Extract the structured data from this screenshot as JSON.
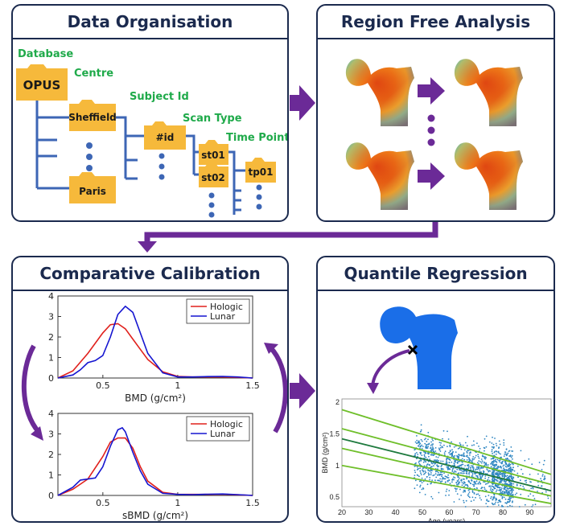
{
  "panels": {
    "data_org": {
      "title": "Data Organisation",
      "labels": {
        "database": "Database",
        "centre": "Centre",
        "subject": "Subject Id",
        "scan": "Scan Type",
        "time": "Time Point"
      },
      "folders": {
        "opus": "OPUS",
        "sheffield": "Sheffield",
        "paris": "Paris",
        "id": "#id",
        "st01": "st01",
        "st02": "st02",
        "tp01": "tp01"
      }
    },
    "region": {
      "title": "Region Free Analysis"
    },
    "calib": {
      "title": "Comparative Calibration"
    },
    "quant": {
      "title": "Quantile Regression"
    }
  },
  "chart_data": [
    {
      "type": "line",
      "xlabel": "BMD (g/cm²)",
      "xlim": [
        0.2,
        1.5
      ],
      "ylim": [
        0,
        4
      ],
      "xticks": [
        "0.5",
        "1",
        "1.5"
      ],
      "yticks": [
        "0",
        "1",
        "2",
        "3",
        "4"
      ],
      "legend": [
        "Hologic",
        "Lunar"
      ],
      "legend_position": "top-right",
      "series": [
        {
          "name": "Hologic",
          "color": "#e0201c",
          "x": [
            0.2,
            0.3,
            0.4,
            0.5,
            0.55,
            0.6,
            0.65,
            0.7,
            0.75,
            0.8,
            0.9,
            1.0,
            1.1,
            1.2,
            1.3,
            1.4,
            1.5
          ],
          "y": [
            0.0,
            0.35,
            1.2,
            2.2,
            2.6,
            2.65,
            2.4,
            1.9,
            1.4,
            0.9,
            0.3,
            0.08,
            0.05,
            0.05,
            0.05,
            0.03,
            0.0
          ]
        },
        {
          "name": "Lunar",
          "color": "#1515d0",
          "x": [
            0.2,
            0.3,
            0.35,
            0.4,
            0.45,
            0.5,
            0.55,
            0.6,
            0.65,
            0.7,
            0.75,
            0.8,
            0.9,
            1.0,
            1.1,
            1.2,
            1.3,
            1.4,
            1.5
          ],
          "y": [
            0.0,
            0.15,
            0.4,
            0.75,
            0.85,
            1.1,
            2.0,
            3.1,
            3.5,
            3.2,
            2.2,
            1.2,
            0.25,
            0.05,
            0.05,
            0.07,
            0.08,
            0.05,
            0.0
          ]
        }
      ]
    },
    {
      "type": "line",
      "xlabel": "sBMD (g/cm²)",
      "xlim": [
        0.2,
        1.5
      ],
      "ylim": [
        0,
        4
      ],
      "xticks": [
        "0.5",
        "1",
        "1.5"
      ],
      "yticks": [
        "0",
        "1",
        "2",
        "3",
        "4"
      ],
      "legend": [
        "Hologic",
        "Lunar"
      ],
      "legend_position": "top-right",
      "series": [
        {
          "name": "Hologic",
          "color": "#e0201c",
          "x": [
            0.2,
            0.3,
            0.4,
            0.5,
            0.55,
            0.6,
            0.65,
            0.7,
            0.75,
            0.8,
            0.9,
            1.0,
            1.1,
            1.2,
            1.3,
            1.4,
            1.5
          ],
          "y": [
            0.0,
            0.3,
            0.8,
            1.9,
            2.6,
            2.8,
            2.8,
            2.3,
            1.4,
            0.7,
            0.15,
            0.05,
            0.05,
            0.05,
            0.06,
            0.03,
            0.0
          ]
        },
        {
          "name": "Lunar",
          "color": "#1515d0",
          "x": [
            0.2,
            0.3,
            0.35,
            0.4,
            0.45,
            0.5,
            0.55,
            0.6,
            0.63,
            0.65,
            0.7,
            0.75,
            0.8,
            0.9,
            1.0,
            1.1,
            1.2,
            1.3,
            1.4,
            1.5
          ],
          "y": [
            0.0,
            0.4,
            0.75,
            0.8,
            0.85,
            1.4,
            2.4,
            3.2,
            3.3,
            3.1,
            2.1,
            1.2,
            0.55,
            0.1,
            0.05,
            0.04,
            0.06,
            0.07,
            0.04,
            0.0
          ]
        }
      ]
    },
    {
      "type": "scatter",
      "xlabel": "Age (years)",
      "ylabel": "BMD (g/cm²)",
      "xlim": [
        20,
        98
      ],
      "ylim": [
        0.35,
        2.05
      ],
      "xticks": [
        "20",
        "30",
        "40",
        "50",
        "60",
        "70",
        "80",
        "90"
      ],
      "yticks": [
        "0.5",
        "1",
        "1.5",
        "2"
      ],
      "quantile_lines": [
        {
          "x": [
            20,
            98
          ],
          "y": [
            1.88,
            0.86
          ],
          "color": "#6fbf2a"
        },
        {
          "x": [
            20,
            98
          ],
          "y": [
            1.58,
            0.7
          ],
          "color": "#6fbf2a"
        },
        {
          "x": [
            20,
            98
          ],
          "y": [
            1.42,
            0.6
          ],
          "color": "#1e7a3e"
        },
        {
          "x": [
            20,
            98
          ],
          "y": [
            1.27,
            0.52
          ],
          "color": "#6fbf2a"
        },
        {
          "x": [
            20,
            98
          ],
          "y": [
            1.0,
            0.4
          ],
          "color": "#6fbf2a"
        }
      ]
    }
  ],
  "colors": {
    "border": "#1b2a4e",
    "arrow": "#6b2a97",
    "green": "#1faa4a",
    "folder": "#f6b93b",
    "tree": "#3d66b5"
  }
}
